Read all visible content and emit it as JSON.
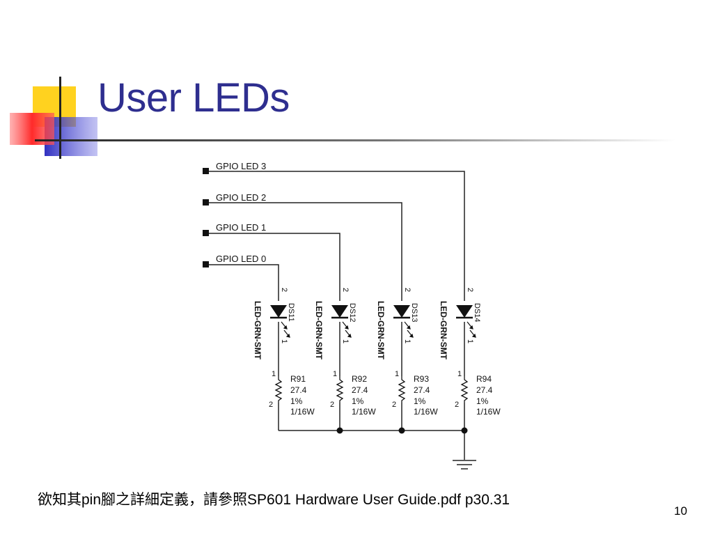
{
  "slide": {
    "title": "User LEDs",
    "footer_text": "欲知其pin腳之詳細定義，請參照SP601 Hardware User Guide.pdf p30.31",
    "page_number": "10"
  },
  "schematic": {
    "gpio_labels": [
      "GPIO LED 3",
      "GPIO LED 2",
      "GPIO LED 1",
      "GPIO LED 0"
    ],
    "leds": [
      {
        "ref": "DS11",
        "part": "LED-GRN-SMT",
        "pin_top": "2",
        "pin_bottom": "1"
      },
      {
        "ref": "DS12",
        "part": "LED-GRN-SMT",
        "pin_top": "2",
        "pin_bottom": "1"
      },
      {
        "ref": "DS13",
        "part": "LED-GRN-SMT",
        "pin_top": "2",
        "pin_bottom": "1"
      },
      {
        "ref": "DS14",
        "part": "LED-GRN-SMT",
        "pin_top": "2",
        "pin_bottom": "1"
      }
    ],
    "resistors": [
      {
        "ref": "R91",
        "value": "27.4",
        "tolerance": "1%",
        "power": "1/16W",
        "pin_top": "1",
        "pin_bottom": "2"
      },
      {
        "ref": "R92",
        "value": "27.4",
        "tolerance": "1%",
        "power": "1/16W",
        "pin_top": "1",
        "pin_bottom": "2"
      },
      {
        "ref": "R93",
        "value": "27.4",
        "tolerance": "1%",
        "power": "1/16W",
        "pin_top": "1",
        "pin_bottom": "2"
      },
      {
        "ref": "R94",
        "value": "27.4",
        "tolerance": "1%",
        "power": "1/16W",
        "pin_top": "1",
        "pin_bottom": "2"
      }
    ]
  },
  "colors": {
    "title": "#2e2e8f",
    "deco_yellow": "#ffd21f",
    "deco_red": "#ff3333",
    "deco_blue": "#3232c8",
    "wire": "#222222"
  }
}
